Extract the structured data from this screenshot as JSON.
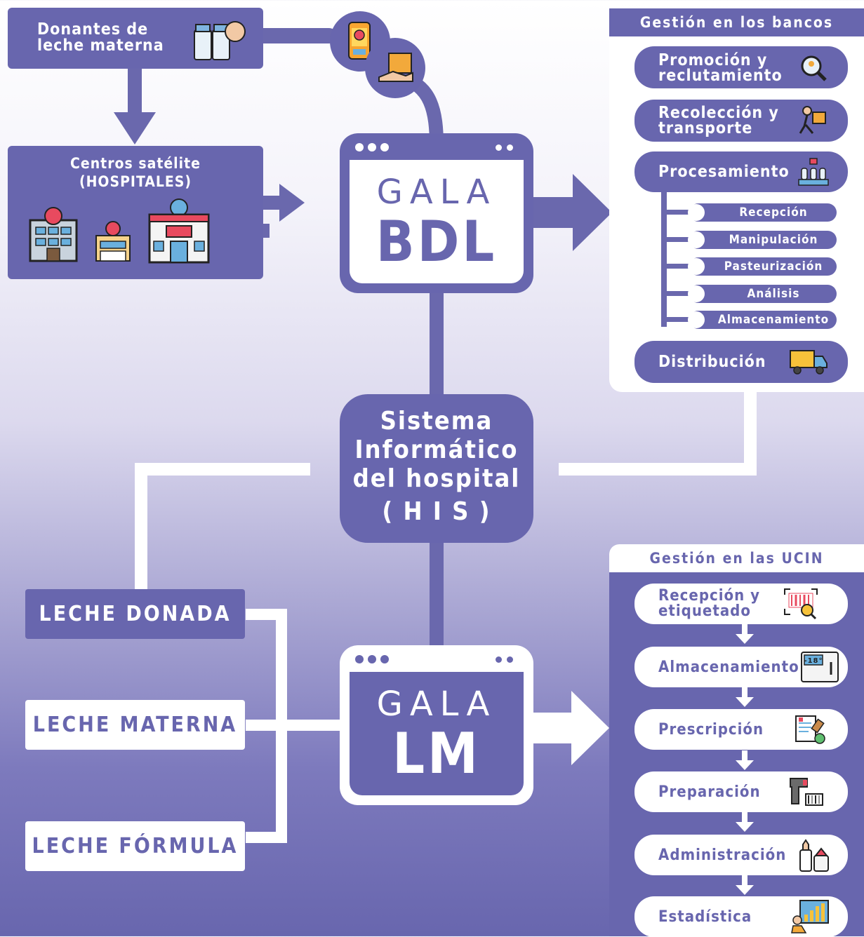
{
  "donantes": {
    "line1": "Donantes de",
    "line2": "leche materna"
  },
  "centros": {
    "line1": "Centros satélite",
    "line2": "(HOSPITALES)"
  },
  "gala_bdl": {
    "logo": "GALA",
    "code": "BDL"
  },
  "gala_lm": {
    "logo": "GALA",
    "code": "LM"
  },
  "his": {
    "line1": "Sistema",
    "line2": "Informático",
    "line3": "del hospital",
    "line4": "( H I S )"
  },
  "bancos": {
    "title": "Gestión en los bancos",
    "promocion": {
      "line1": "Promoción y",
      "line2": "reclutamiento"
    },
    "recoleccion": {
      "line1": "Recolección y",
      "line2": "transporte"
    },
    "procesamiento": "Procesamiento",
    "sub_steps": [
      "Recepción",
      "Manipulación",
      "Pasteurización",
      "Análisis",
      "Almacenamiento"
    ],
    "distribucion": "Distribución"
  },
  "ucin": {
    "title": "Gestión en las UCIN",
    "recepcion": {
      "line1": "Recepción y",
      "line2": "etiquetado"
    },
    "almacenamiento": "Almacenamiento",
    "prescripcion": "Prescripción",
    "preparacion": "Preparación",
    "administracion": "Administración",
    "estadistica": "Estadística"
  },
  "leche": {
    "donada": "LECHE DONADA",
    "materna": "LECHE MATERNA",
    "formula": "LECHE FÓRMULA"
  },
  "freezer_label": "-18°",
  "colors": {
    "primary": "#6866ae",
    "white": "#ffffff"
  }
}
